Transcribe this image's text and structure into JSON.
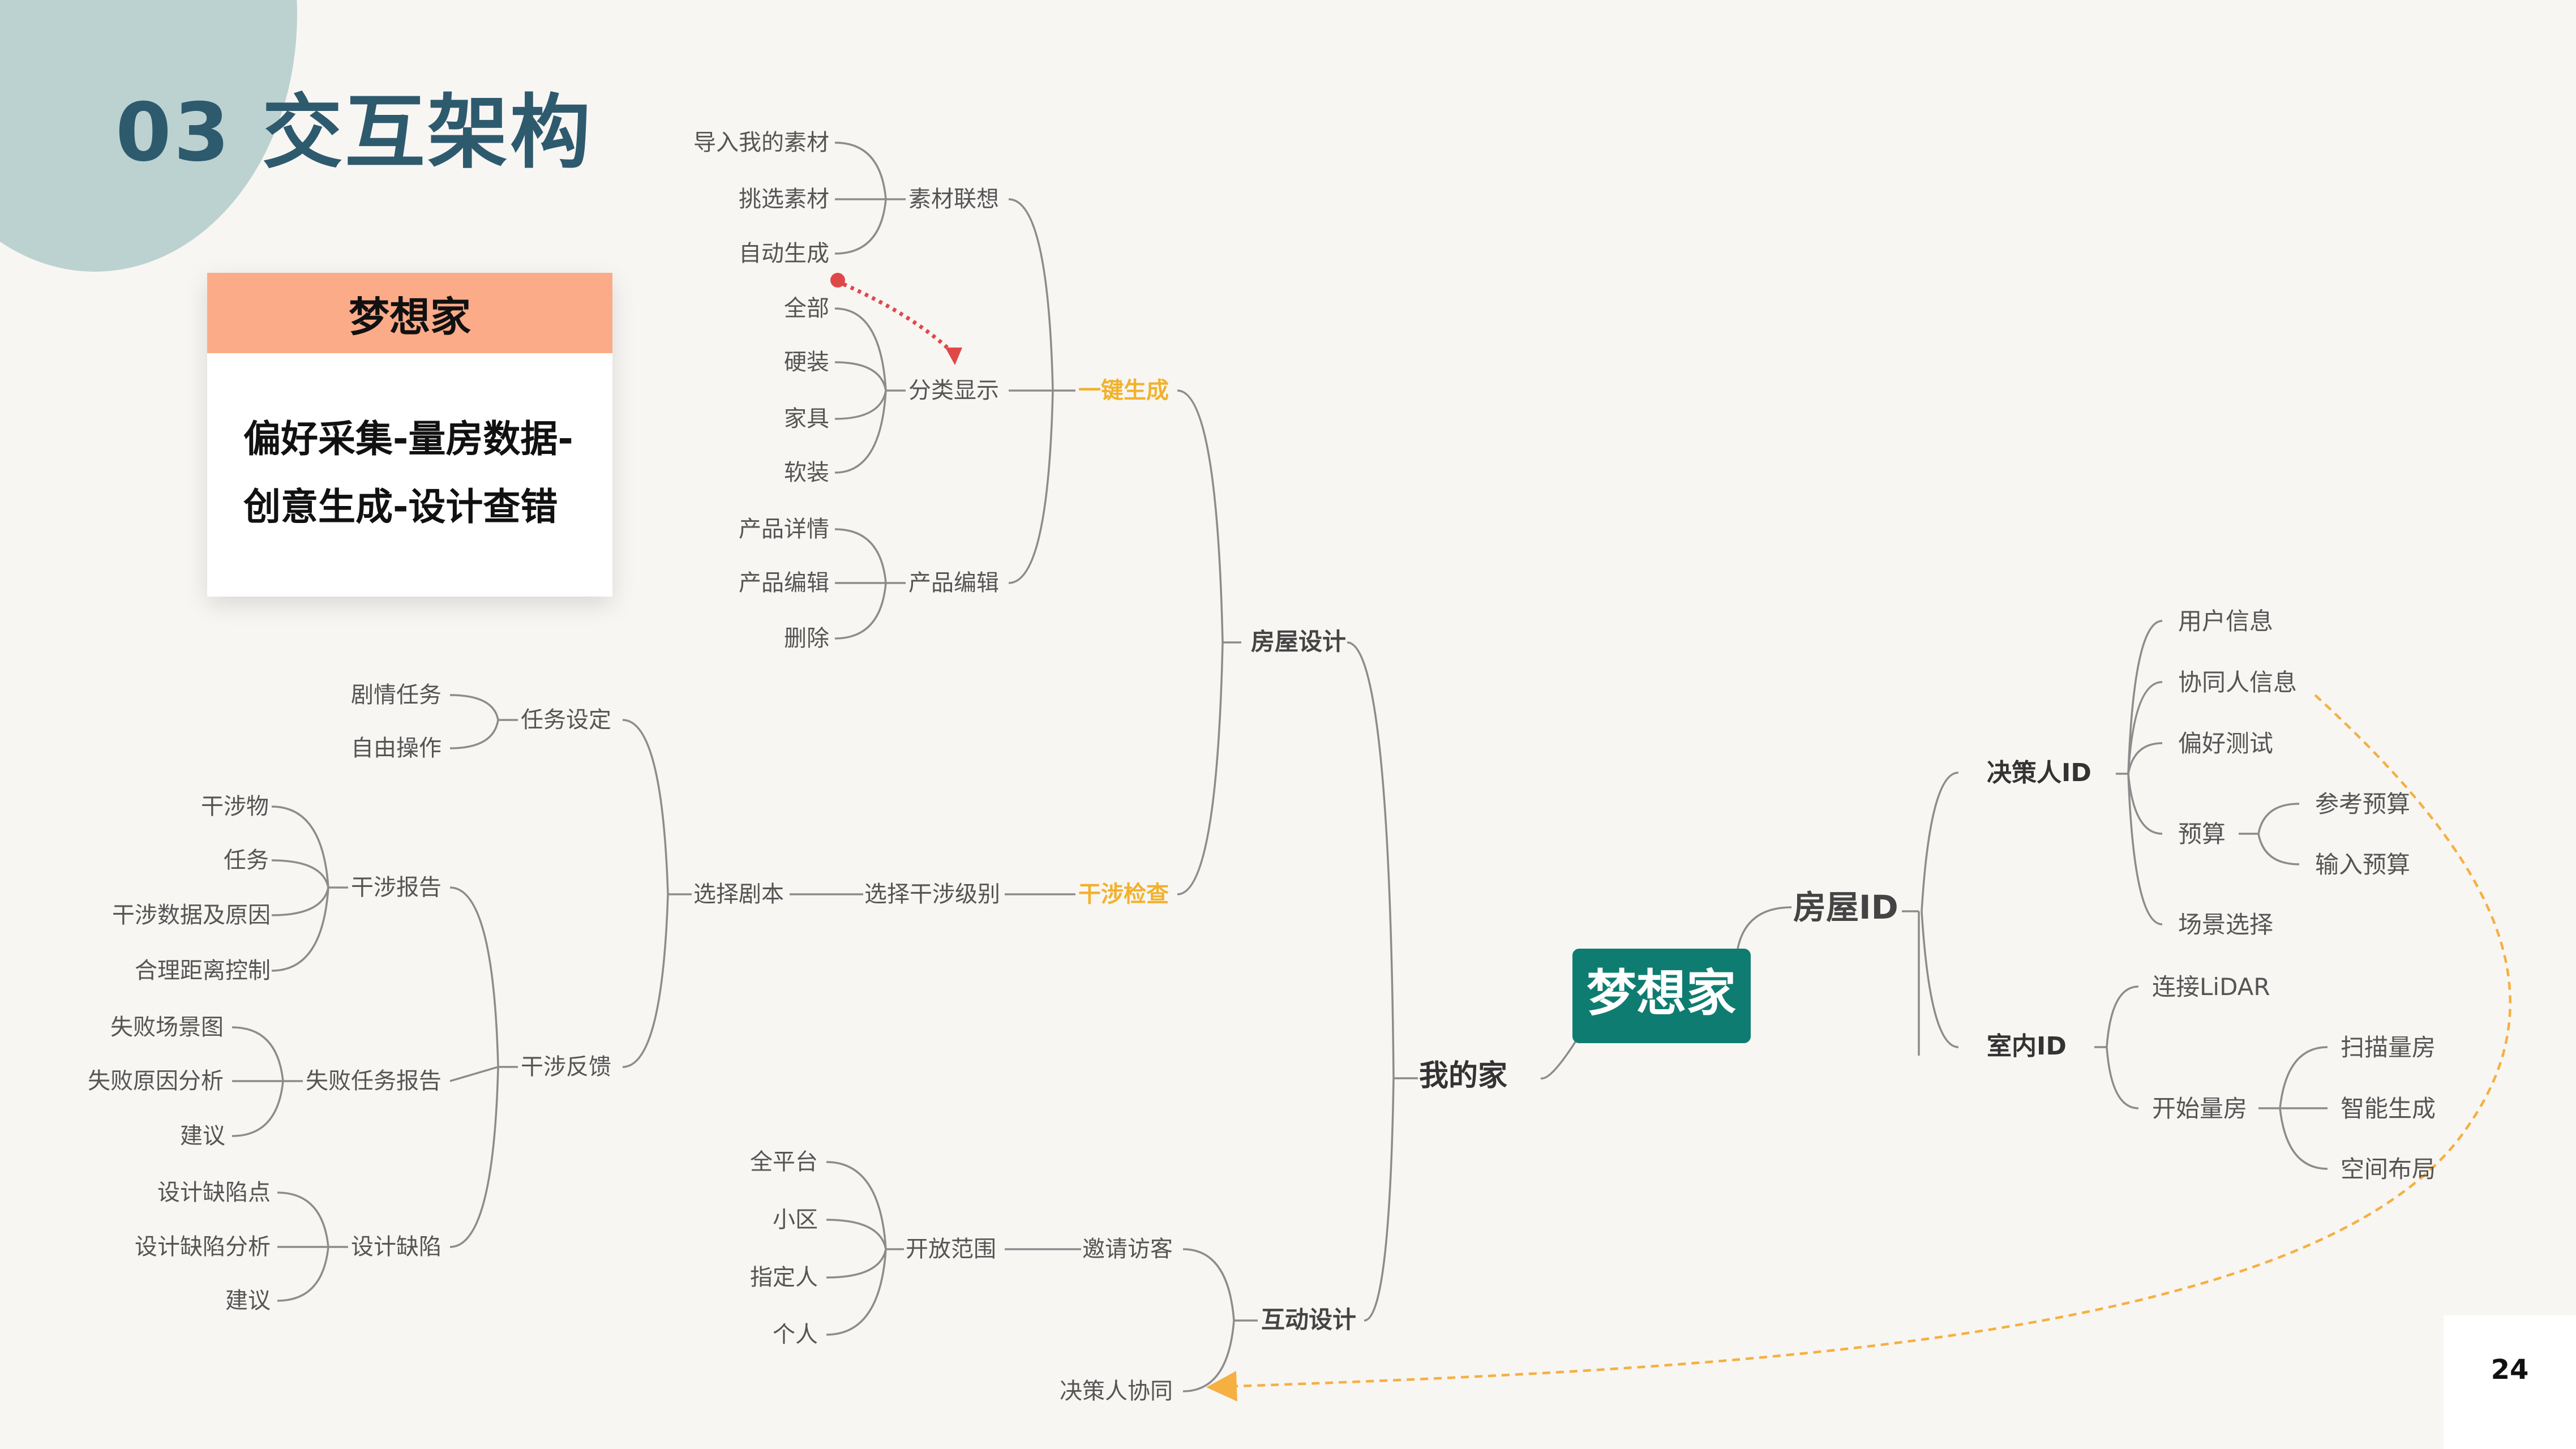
{
  "title": "03 交互架构",
  "card": {
    "header": "梦想家",
    "line1": "偏好采集-量房数据-",
    "line2": "创意生成-设计查错"
  },
  "page_number": "24",
  "colors": {
    "background": "#f8f6f3",
    "title": "#2e5a6e",
    "card_header": "#fcab88",
    "root_box": "#0f7c71",
    "highlight_node": "#f2b12b",
    "line": "#8c8c8c",
    "dashed_arrow": "#f5b041",
    "red_dotted_arrow": "#e04848"
  },
  "mindmap": {
    "root": "梦想家",
    "nodes": {
      "my_home": "我的家",
      "house_id": "房屋ID",
      "decision_id": "决策人ID",
      "user_info": "用户信息",
      "partner_info": "协同人信息",
      "pref_test": "偏好测试",
      "budget": "预算",
      "ref_budget": "参考预算",
      "input_budget": "输入预算",
      "scene_select": "场景选择",
      "indoor_id": "室内ID",
      "lidar": "连接LiDAR",
      "start_measure": "开始量房",
      "scan_measure": "扫描量房",
      "smart_gen": "智能生成",
      "space_layout": "空间布局",
      "house_design": "房屋设计",
      "one_click": "一键生成",
      "interference": "干涉检查",
      "material_assoc": "素材联想",
      "import_material": "导入我的素材",
      "pick_material": "挑选素材",
      "auto_gen": "自动生成",
      "category_show": "分类显示",
      "all": "全部",
      "hard": "硬装",
      "furniture": "家具",
      "soft": "软装",
      "product_edit": "产品编辑",
      "product_detail": "产品详情",
      "product_edit2": "产品编辑",
      "delete": "删除",
      "select_level": "选择干涉级别",
      "select_script": "选择剧本",
      "task_setting": "任务设定",
      "plot_task": "剧情任务",
      "free_op": "自由操作",
      "feedback": "干涉反馈",
      "report": "干涉报告",
      "obj": "干涉物",
      "task": "任务",
      "data_cause": "干涉数据及原因",
      "dist_ctrl": "合理距离控制",
      "fail_report": "失败任务报告",
      "fail_scene": "失败场景图",
      "fail_cause": "失败原因分析",
      "suggest1": "建议",
      "design_defect": "设计缺陷",
      "defect_point": "设计缺陷点",
      "defect_analysis": "设计缺陷分析",
      "suggest2": "建议",
      "interact_design": "互动设计",
      "invite": "邀请访客",
      "open_range": "开放范围",
      "all_platform": "全平台",
      "community": "小区",
      "designated": "指定人",
      "individual": "个人",
      "decision_collab": "决策人协同"
    }
  }
}
